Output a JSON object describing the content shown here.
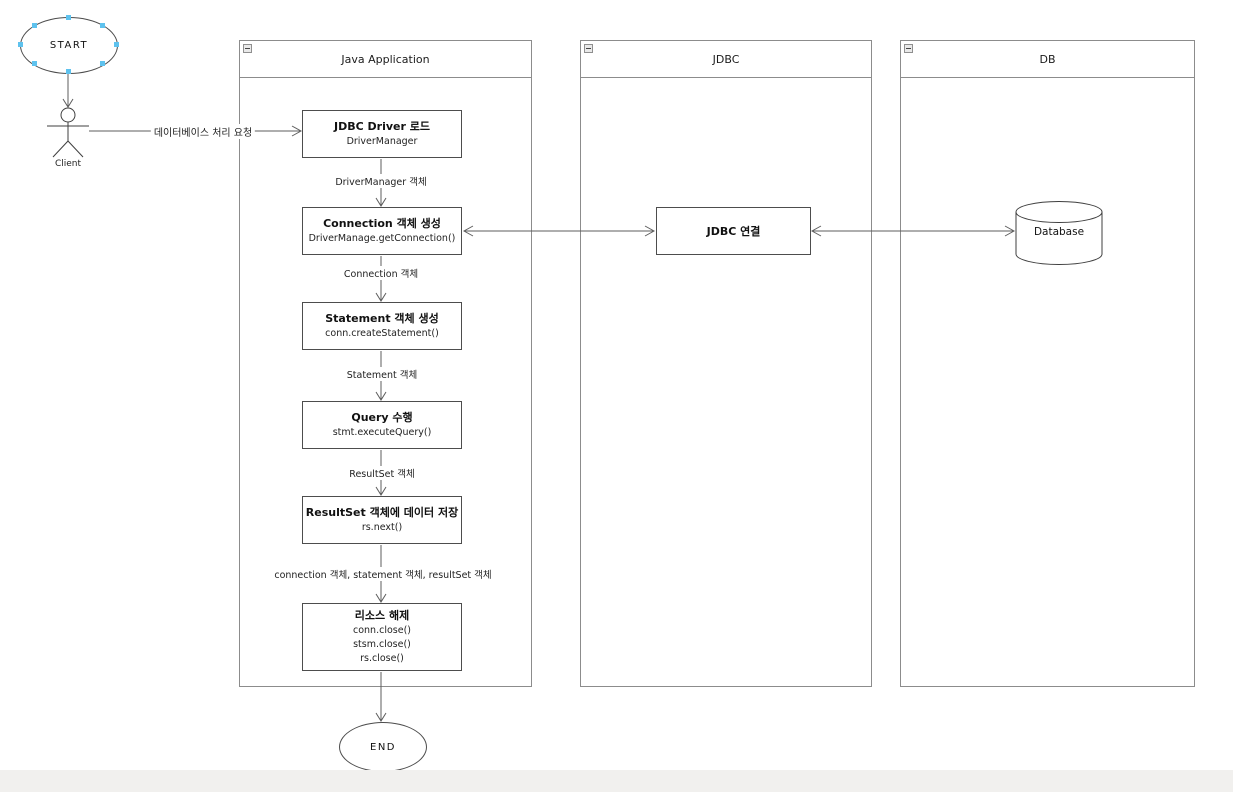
{
  "diagram": {
    "start": {
      "label": "START"
    },
    "actor": {
      "label": "Client"
    },
    "request_arrow_label": "데이터베이스 처리 요청",
    "lanes": [
      {
        "title": "Java Application"
      },
      {
        "title": "JDBC"
      },
      {
        "title": "DB"
      }
    ],
    "steps": [
      {
        "title": "JDBC Driver 로드",
        "code": [
          "DriverManager"
        ]
      },
      {
        "title": "Connection 객체 생성",
        "code": [
          "DriverManage.getConnection()"
        ]
      },
      {
        "title": "Statement 객체 생성",
        "code": [
          "conn.createStatement()"
        ]
      },
      {
        "title": "Query 수행",
        "code": [
          "stmt.executeQuery()"
        ]
      },
      {
        "title": "ResultSet 객체에 데이터 저장",
        "code": [
          "rs.next()"
        ]
      },
      {
        "title": "리소스 해제",
        "code": [
          "conn.close()",
          "stsm.close()",
          "rs.close()"
        ]
      }
    ],
    "flow_labels": [
      "DriverManager 객체",
      "Connection 객체",
      "Statement 객체",
      "ResultSet 객체",
      "connection 객체, statement 객체, resultSet 객체"
    ],
    "jdbc_connection": {
      "title": "JDBC 연결"
    },
    "database": {
      "label": "Database"
    },
    "end": {
      "label": "END"
    }
  },
  "colors": {
    "selection_handle": "#5ec2ee",
    "lane_border": "#8c8c8c",
    "shape_border": "#4d4d4d",
    "connector": "#5e5e5e",
    "canvas": "#ffffff",
    "footer_strip": "#f1f0ee"
  }
}
